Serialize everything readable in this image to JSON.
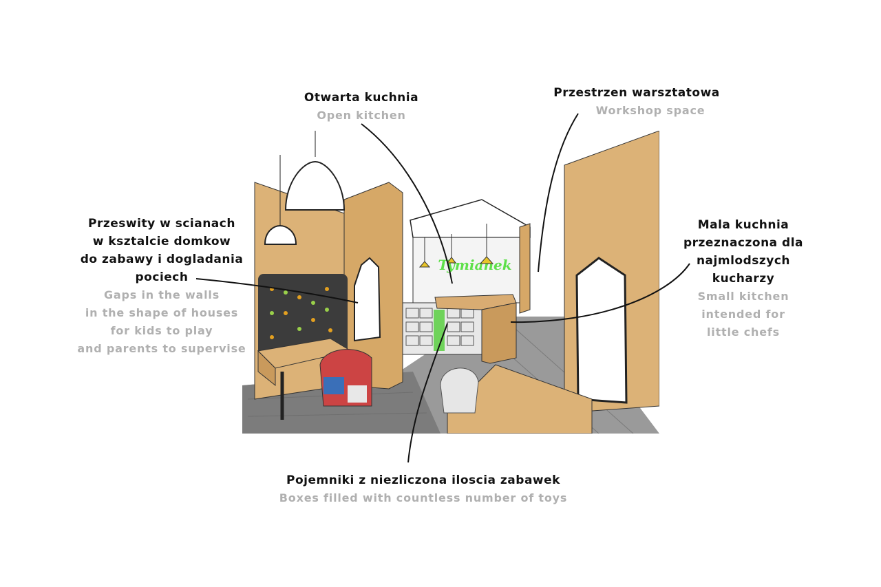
{
  "illustration": {
    "logo_text": "Tymianek",
    "colors": {
      "wood": "#dcb277",
      "wood_dark": "#c99a5c",
      "floor": "#8d8d8d",
      "bench": "#3c3c3c",
      "accent_green": "#5ee04a",
      "leader": "#111111"
    }
  },
  "annotations": {
    "open_kitchen": {
      "pl": "Otwarta kuchnia",
      "en": "Open kitchen"
    },
    "workshop": {
      "pl": "Przestrzen warsztatowa",
      "en": "Workshop space"
    },
    "gaps": {
      "pl": [
        "Przeswity w scianach",
        "w ksztalcie domkow",
        "do zabawy i dogladania",
        "pociech"
      ],
      "en": [
        "Gaps in the walls",
        "in the shape of houses",
        "for kids to play",
        "and parents to supervise"
      ]
    },
    "small_kitchen": {
      "pl": [
        "Mala kuchnia",
        "przeznaczona dla",
        "najmlodszych",
        "kucharzy"
      ],
      "en": [
        "Small kitchen",
        "intended for",
        "little chefs"
      ]
    },
    "boxes": {
      "pl": "Pojemniki z niezliczona iloscia zabawek",
      "en": "Boxes filled with countless number of toys"
    }
  }
}
